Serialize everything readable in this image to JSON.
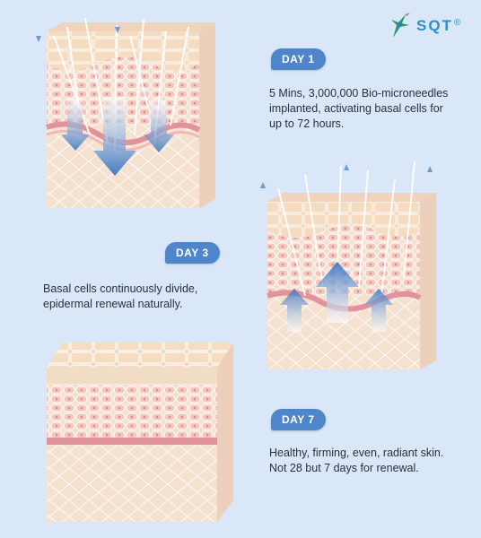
{
  "brand": {
    "name": "SQT",
    "registered_mark": "®",
    "icon": "hummingbird-icon"
  },
  "steps": [
    {
      "day": "DAY 1",
      "description_lines": [
        "5 Mins, 3,000,000 Bio-microneedles",
        "implanted, activating basal cells for",
        "up to 72 hours."
      ]
    },
    {
      "day": "DAY 3",
      "description_lines": [
        "Basal cells continuously divide,",
        "epidermal renewal naturally."
      ]
    },
    {
      "day": "DAY 7",
      "description_lines": [
        "Healthy, firming, even, radiant skin.",
        "Not 28 but 7 days for renewal."
      ]
    }
  ],
  "colors": {
    "background": "#d9e7f8",
    "badge": "#4f86c9",
    "skin_surface": "#f3dcc4",
    "skin_layer": "#f6c9bf",
    "basal_layer": "#e8a3a6",
    "dermis": "#f5e1cf",
    "arrow": "#3a78c6"
  }
}
